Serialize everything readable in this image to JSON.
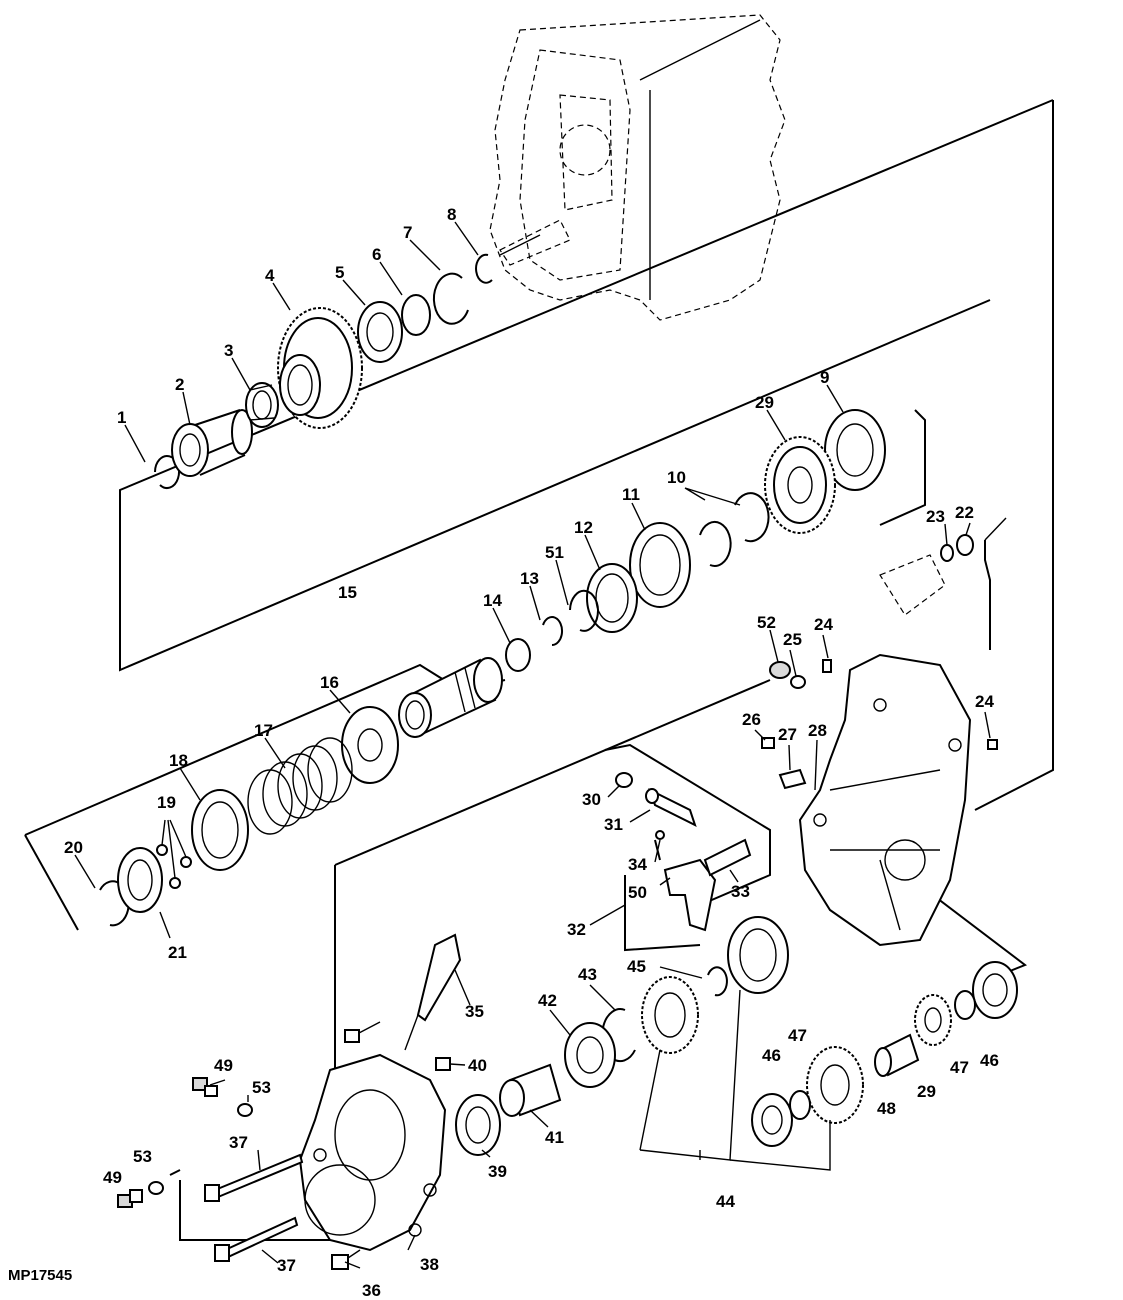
{
  "figure_id": "MP17545",
  "callouts": [
    {
      "id": "c1",
      "text": "1"
    },
    {
      "id": "c2",
      "text": "2"
    },
    {
      "id": "c3",
      "text": "3"
    },
    {
      "id": "c4",
      "text": "4"
    },
    {
      "id": "c5",
      "text": "5"
    },
    {
      "id": "c6",
      "text": "6"
    },
    {
      "id": "c7",
      "text": "7"
    },
    {
      "id": "c8",
      "text": "8"
    },
    {
      "id": "c9",
      "text": "9"
    },
    {
      "id": "c10",
      "text": "10"
    },
    {
      "id": "c11",
      "text": "11"
    },
    {
      "id": "c12",
      "text": "12"
    },
    {
      "id": "c13",
      "text": "13"
    },
    {
      "id": "c14",
      "text": "14"
    },
    {
      "id": "c15",
      "text": "15"
    },
    {
      "id": "c16",
      "text": "16"
    },
    {
      "id": "c17",
      "text": "17"
    },
    {
      "id": "c18",
      "text": "18"
    },
    {
      "id": "c19",
      "text": "19"
    },
    {
      "id": "c20",
      "text": "20"
    },
    {
      "id": "c21",
      "text": "21"
    },
    {
      "id": "c22",
      "text": "22"
    },
    {
      "id": "c23",
      "text": "23"
    },
    {
      "id": "c24a",
      "text": "24"
    },
    {
      "id": "c24b",
      "text": "24"
    },
    {
      "id": "c25",
      "text": "25"
    },
    {
      "id": "c26",
      "text": "26"
    },
    {
      "id": "c27",
      "text": "27"
    },
    {
      "id": "c28",
      "text": "28"
    },
    {
      "id": "c29a",
      "text": "29"
    },
    {
      "id": "c29b",
      "text": "29"
    },
    {
      "id": "c30",
      "text": "30"
    },
    {
      "id": "c31",
      "text": "31"
    },
    {
      "id": "c32",
      "text": "32"
    },
    {
      "id": "c33",
      "text": "33"
    },
    {
      "id": "c34",
      "text": "34"
    },
    {
      "id": "c35",
      "text": "35"
    },
    {
      "id": "c36",
      "text": "36"
    },
    {
      "id": "c37a",
      "text": "37"
    },
    {
      "id": "c37b",
      "text": "37"
    },
    {
      "id": "c38",
      "text": "38"
    },
    {
      "id": "c39",
      "text": "39"
    },
    {
      "id": "c40",
      "text": "40"
    },
    {
      "id": "c41",
      "text": "41"
    },
    {
      "id": "c42",
      "text": "42"
    },
    {
      "id": "c43",
      "text": "43"
    },
    {
      "id": "c44",
      "text": "44"
    },
    {
      "id": "c45",
      "text": "45"
    },
    {
      "id": "c46a",
      "text": "46"
    },
    {
      "id": "c46b",
      "text": "46"
    },
    {
      "id": "c47a",
      "text": "47"
    },
    {
      "id": "c47b",
      "text": "47"
    },
    {
      "id": "c48",
      "text": "48"
    },
    {
      "id": "c49a",
      "text": "49"
    },
    {
      "id": "c49b",
      "text": "49"
    },
    {
      "id": "c50",
      "text": "50"
    },
    {
      "id": "c51",
      "text": "51"
    },
    {
      "id": "c52",
      "text": "52"
    },
    {
      "id": "c53a",
      "text": "53"
    },
    {
      "id": "c53b",
      "text": "53"
    }
  ]
}
